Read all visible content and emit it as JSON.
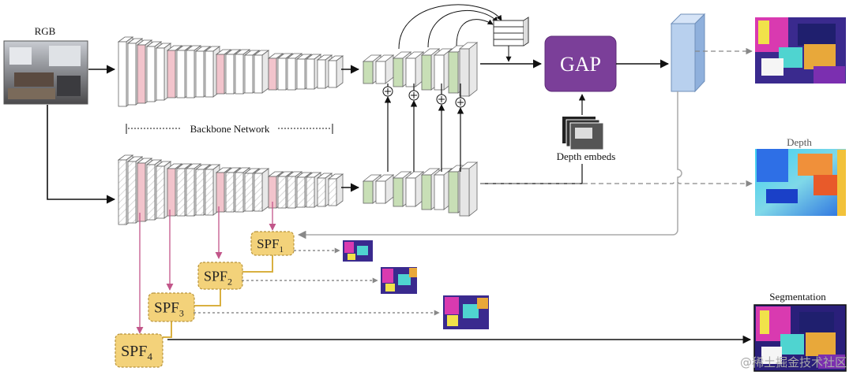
{
  "labels": {
    "rgb": "RGB",
    "backbone": "Backbone Network",
    "gap": "GAP",
    "depth_embeds": "Depth embeds",
    "depth": "Depth",
    "segmentation": "Segmentation"
  },
  "spf": [
    {
      "base": "SPF",
      "sub": "1"
    },
    {
      "base": "SPF",
      "sub": "2"
    },
    {
      "base": "SPF",
      "sub": "3"
    },
    {
      "base": "SPF",
      "sub": "4"
    }
  ],
  "watermark": "@稀土掘金技术社区",
  "colors": {
    "gap_fill": "#7b3f99",
    "spf_fill": "#f3d27a",
    "spf_border": "#b8943c",
    "pink_layer": "#f2c4cc",
    "green_layer": "#c8dfb6",
    "pink_line": "#c2568a",
    "feature_blue": "#b8d0ee"
  }
}
